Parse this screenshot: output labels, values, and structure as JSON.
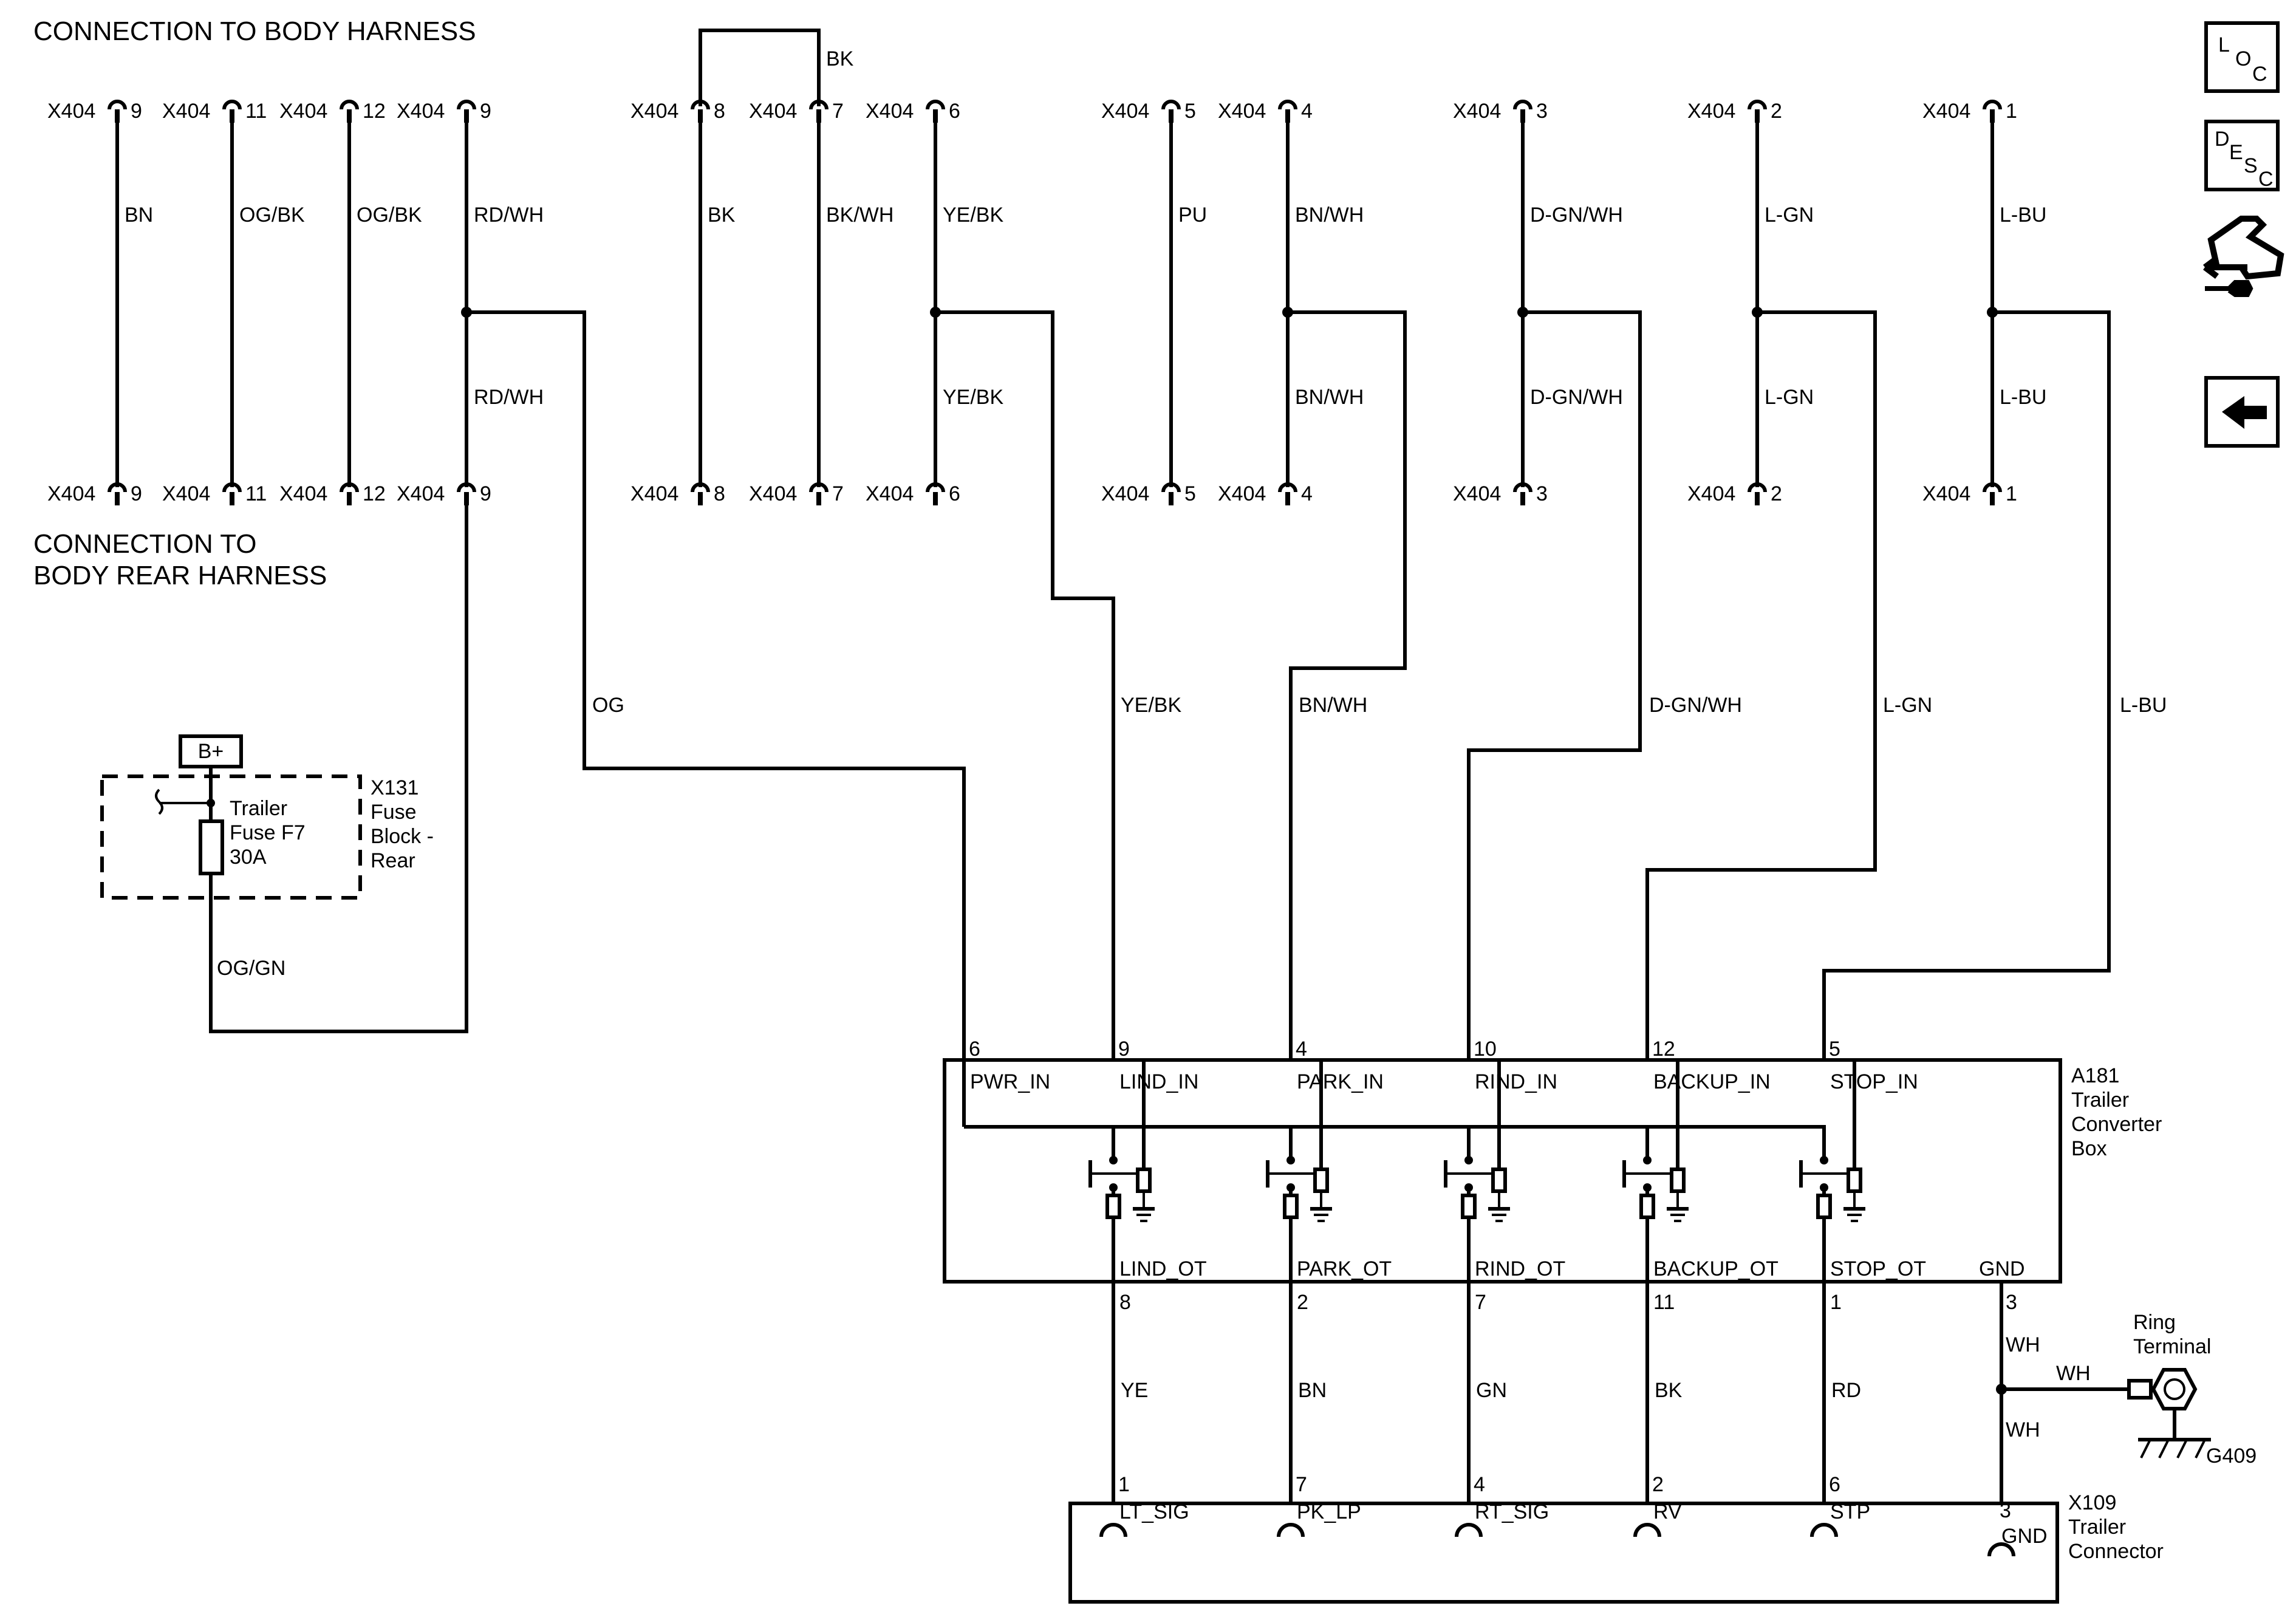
{
  "headings": {
    "body_harness": "CONNECTION TO BODY HARNESS",
    "rear_harness_1": "CONNECTION TO",
    "rear_harness_2": "BODY REAR HARNESS"
  },
  "connector_name": "X404",
  "columns": [
    {
      "id": "c9",
      "pin": "9",
      "top_wire": "BN"
    },
    {
      "id": "c11",
      "pin": "11",
      "top_wire": "OG/BK"
    },
    {
      "id": "c12",
      "pin": "12",
      "top_wire": "OG/BK"
    },
    {
      "id": "c9b",
      "pin": "9",
      "top_wire": "RD/WH",
      "lower_wire": "RD/WH"
    },
    {
      "id": "c8",
      "pin": "8",
      "top_wire": "BK"
    },
    {
      "id": "c7",
      "pin": "7",
      "top_wire": "BK/WH"
    },
    {
      "id": "c6",
      "pin": "6",
      "top_wire": "YE/BK",
      "lower_wire": "YE/BK"
    },
    {
      "id": "c5",
      "pin": "5",
      "top_wire": "PU"
    },
    {
      "id": "c4",
      "pin": "4",
      "top_wire": "BN/WH",
      "lower_wire": "BN/WH"
    },
    {
      "id": "c3",
      "pin": "3",
      "top_wire": "D-GN/WH",
      "lower_wire": "D-GN/WH"
    },
    {
      "id": "c2",
      "pin": "2",
      "top_wire": "L-GN",
      "lower_wire": "L-GN"
    },
    {
      "id": "c1",
      "pin": "1",
      "top_wire": "L-BU",
      "lower_wire": "L-BU"
    }
  ],
  "jumper_wire": "BK",
  "run_wires": {
    "og": "OG",
    "yebk": "YE/BK",
    "bnwh": "BN/WH",
    "dgnwh": "D-GN/WH",
    "lgn": "L-GN",
    "lbu": "L-BU"
  },
  "fuse_block": {
    "bplus": "B+",
    "fuse_label": [
      "Trailer",
      "Fuse F7",
      "30A"
    ],
    "block_label": [
      "X131",
      "Fuse",
      "Block -",
      "Rear"
    ],
    "out_wire": "OG/GN"
  },
  "converter": {
    "label": [
      "A181",
      "Trailer",
      "Converter",
      "Box"
    ],
    "inputs": [
      {
        "pin": "6",
        "name": "PWR_IN"
      },
      {
        "pin": "9",
        "name": "LIND_IN"
      },
      {
        "pin": "4",
        "name": "PARK_IN"
      },
      {
        "pin": "10",
        "name": "RIND_IN"
      },
      {
        "pin": "12",
        "name": "BACKUP_IN"
      },
      {
        "pin": "5",
        "name": "STOP_IN"
      }
    ],
    "outputs": [
      {
        "name": "LIND_OT",
        "pin": "8",
        "wire": "YE",
        "conn_pin": "1",
        "conn_name": "LT_SIG"
      },
      {
        "name": "PARK_OT",
        "pin": "2",
        "wire": "BN",
        "conn_pin": "7",
        "conn_name": "PK_LP"
      },
      {
        "name": "RIND_OT",
        "pin": "7",
        "wire": "GN",
        "conn_pin": "4",
        "conn_name": "RT_SIG"
      },
      {
        "name": "BACKUP_OT",
        "pin": "11",
        "wire": "BK",
        "conn_pin": "2",
        "conn_name": "RV"
      },
      {
        "name": "STOP_OT",
        "pin": "1",
        "wire": "RD",
        "conn_pin": "6",
        "conn_name": "STP"
      }
    ],
    "gnd": {
      "name": "GND",
      "pin": "3",
      "wire_top": "WH",
      "wire_side": "WH",
      "wire_bottom": "WH",
      "conn_pin": "3",
      "conn_name": "GND"
    }
  },
  "ring_terminal": [
    "Ring",
    "Terminal"
  ],
  "ground_id": "G409",
  "trailer_connector": [
    "X109",
    "Trailer",
    "Connector"
  ],
  "side_icons": {
    "loc": [
      "L",
      "O",
      "C"
    ],
    "desc": [
      "D",
      "E",
      "S",
      "C"
    ]
  }
}
